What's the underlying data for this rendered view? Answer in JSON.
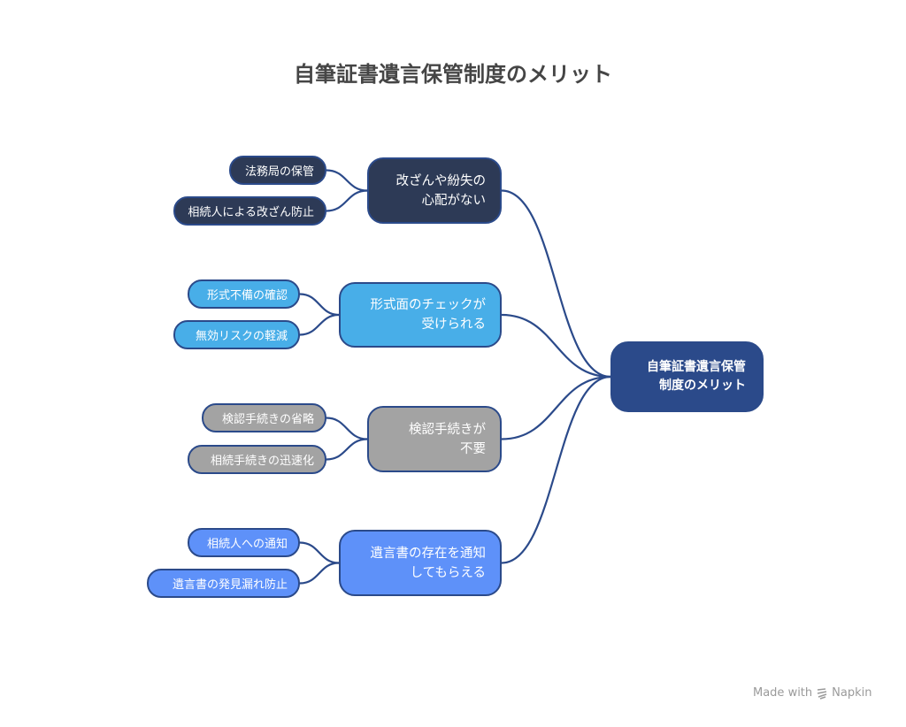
{
  "title": "自筆証書遺言保管制度のメリット",
  "colors": {
    "root": "#2b4a8a",
    "link": "#2b4a8a"
  },
  "root": {
    "label": "自筆証書遺言保管\n制度のメリット"
  },
  "branches": [
    {
      "label": "改ざんや紛失の\n心配がない",
      "color": "#2d3a56",
      "leaves": [
        "法務局の保管",
        "相続人による改ざん防止"
      ]
    },
    {
      "label": "形式面のチェックが\n受けられる",
      "color": "#48aee8",
      "leaves": [
        "形式不備の確認",
        "無効リスクの軽減"
      ]
    },
    {
      "label": "検認手続きが\n不要",
      "color": "#a3a3a3",
      "leaves": [
        "検認手続きの省略",
        "相続手続きの迅速化"
      ]
    },
    {
      "label": "遺言書の存在を通知\nしてもらえる",
      "color": "#5e91f9",
      "leaves": [
        "相続人への通知",
        "遺言書の発見漏れ防止"
      ]
    }
  ],
  "footer": {
    "made_with": "Made with",
    "brand": "Napkin",
    "brand_icon": "napkin-logo-icon"
  }
}
